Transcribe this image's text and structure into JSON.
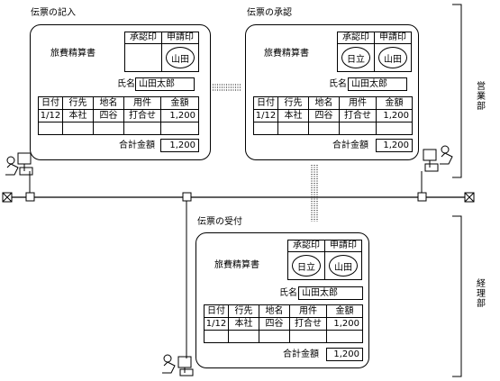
{
  "titles": {
    "entry": "伝票の記入",
    "approval": "伝票の承認",
    "receipt": "伝票の受付"
  },
  "departments": {
    "sales": "営業部",
    "accounting": "経理部"
  },
  "form": {
    "doc_title": "旅費精算書",
    "stamp_headers": [
      "承認印",
      "申請印"
    ],
    "stamp_applicant": "山田",
    "stamp_approver": "日立",
    "name_label": "氏名",
    "name_value": "山田太郎",
    "columns": [
      "日付",
      "行先",
      "地名",
      "用件",
      "金額"
    ],
    "row": [
      "1/12",
      "本社",
      "四谷",
      "打合せ",
      "1,200"
    ],
    "total_label": "合計金額",
    "total_value": "1,200"
  }
}
